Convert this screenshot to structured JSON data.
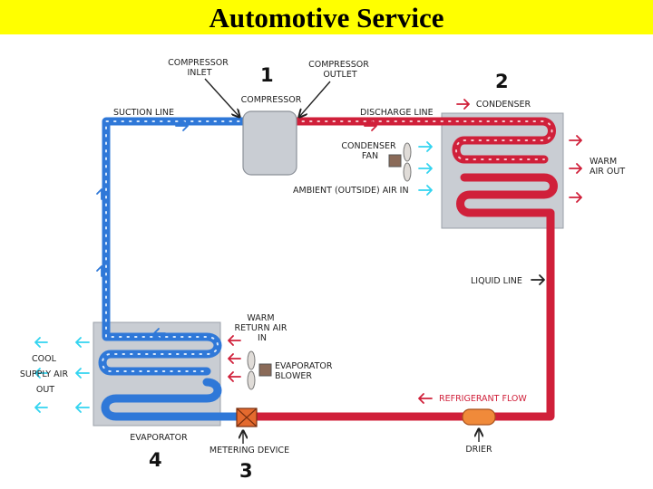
{
  "title": "Automotive Service",
  "colors": {
    "banner": "#ffff00",
    "high_pressure": "#d0203a",
    "low_pressure": "#2f78d8",
    "component": "#c9cdd3",
    "ambient_arrow": "#33d4f0"
  },
  "labels": {
    "compressor_inlet": [
      "COMPRESSOR",
      "INLET"
    ],
    "compressor_outlet": [
      "COMPRESSOR",
      "OUTLET"
    ],
    "compressor": "COMPRESSOR",
    "suction_line": "SUCTION LINE",
    "discharge_line": "DISCHARGE LINE",
    "condenser": "CONDENSER",
    "condenser_fan": [
      "CONDENSER",
      "FAN"
    ],
    "ambient_air_in": "AMBIENT (OUTSIDE) AIR IN",
    "warm_air_out": [
      "WARM",
      "AIR OUT"
    ],
    "liquid_line": "LIQUID LINE",
    "warm_return_air_in": [
      "WARM",
      "RETURN AIR",
      "IN"
    ],
    "evaporator_blower": [
      "EVAPORATOR",
      "BLOWER"
    ],
    "cool_supply_air_out": [
      "COOL",
      "SUPPLY AIR",
      "OUT"
    ],
    "refrigerant_flow": "REFRIGERANT FLOW",
    "evaporator": "EVAPORATOR",
    "metering_device": "METERING DEVICE",
    "drier": "DRIER"
  },
  "numbers": {
    "compressor": "1",
    "condenser": "2",
    "metering_device": "3",
    "evaporator": "4"
  }
}
